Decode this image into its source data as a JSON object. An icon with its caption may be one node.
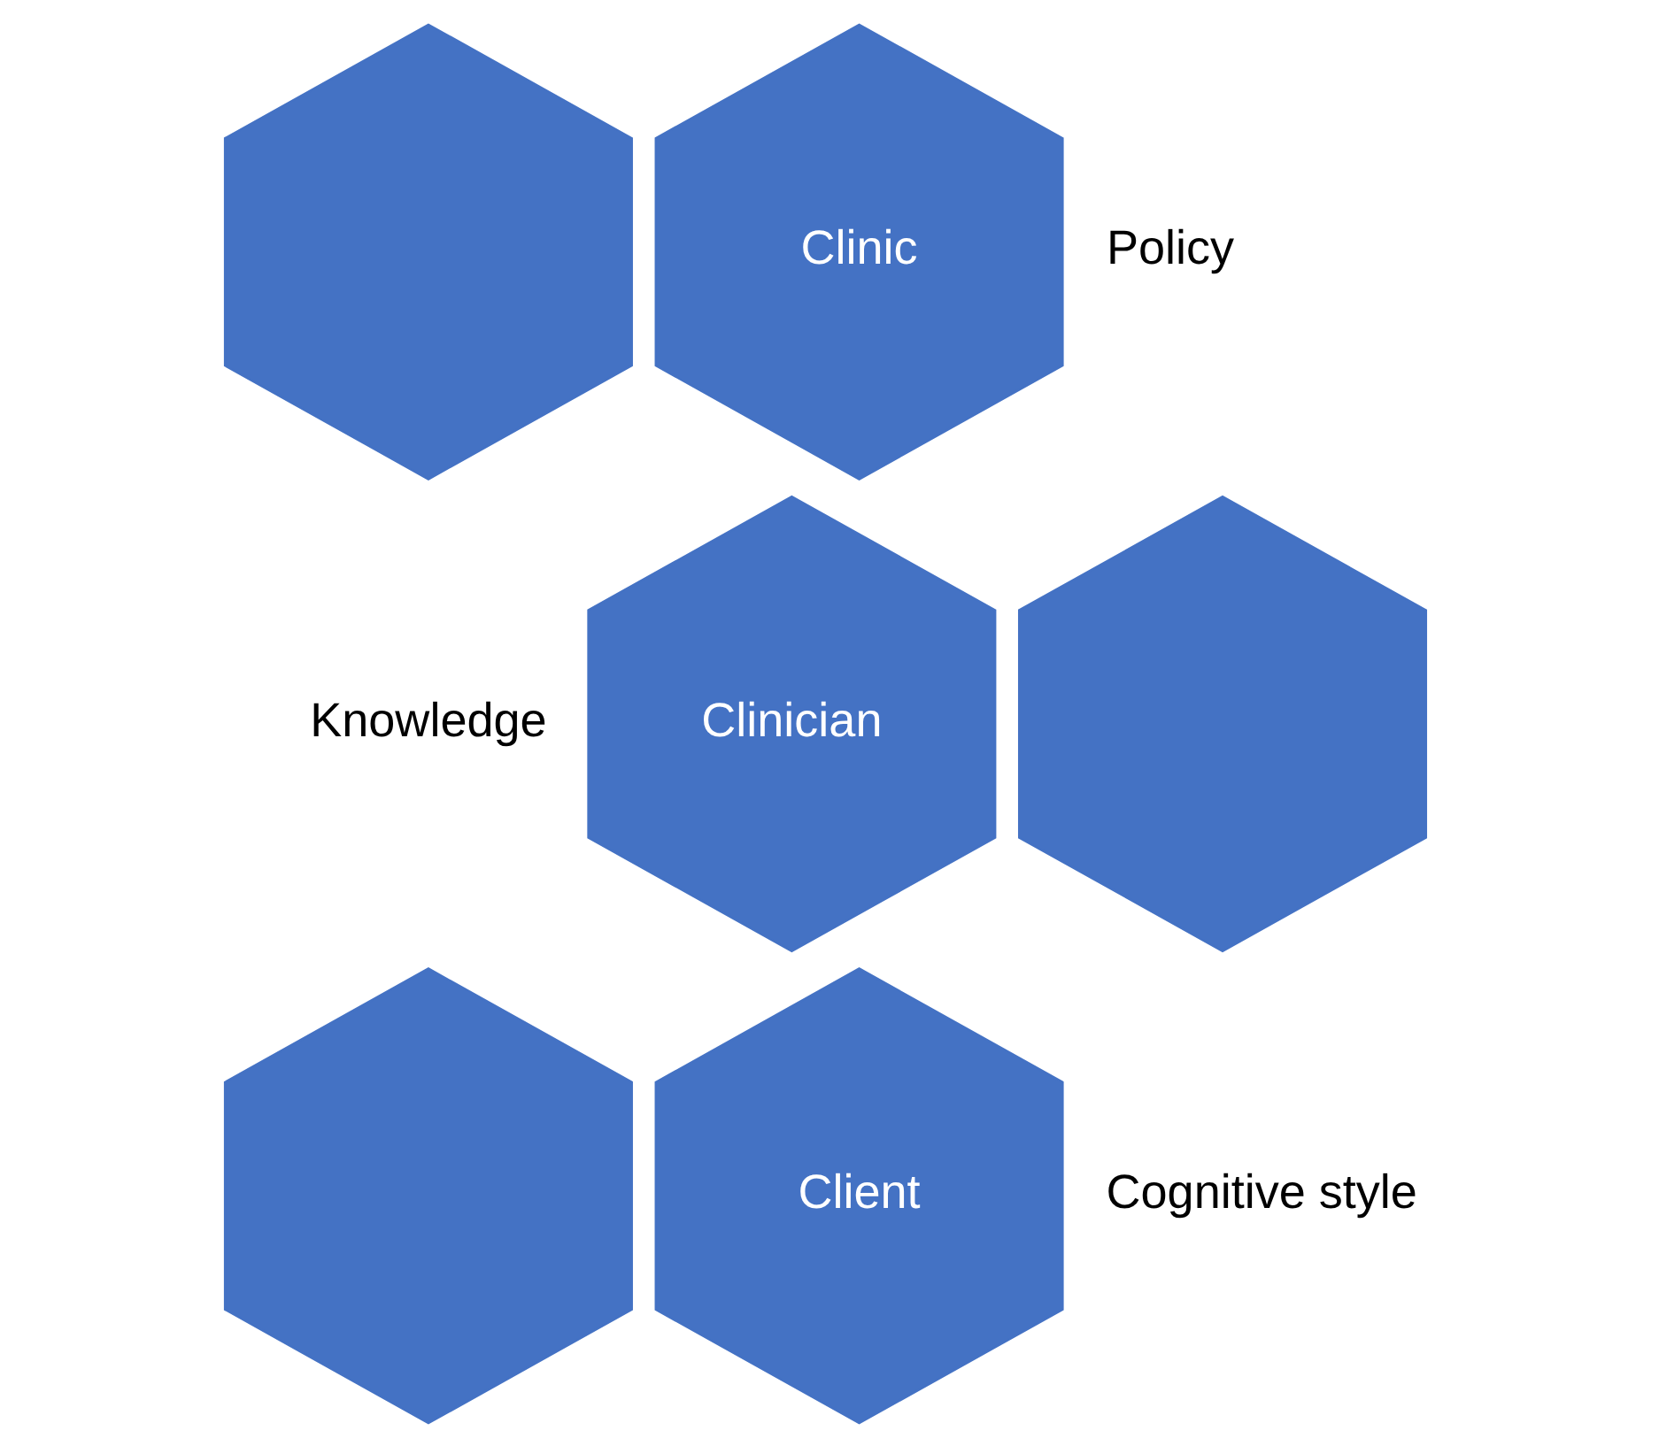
{
  "diagram": {
    "nodes": [
      {
        "text": [],
        "shape": "hexagon"
      },
      {
        "text": [
          "Clinic"
        ],
        "beside": [
          "Policy"
        ]
      },
      {
        "text": [
          "Clinician"
        ],
        "beside": [
          "Knowledge"
        ]
      },
      {
        "text": [],
        "shape": "hexagon"
      },
      {
        "text": [],
        "shape": "hexagon"
      },
      {
        "text": [
          "Client"
        ],
        "beside": [
          "Cognitive style"
        ]
      }
    ]
  }
}
